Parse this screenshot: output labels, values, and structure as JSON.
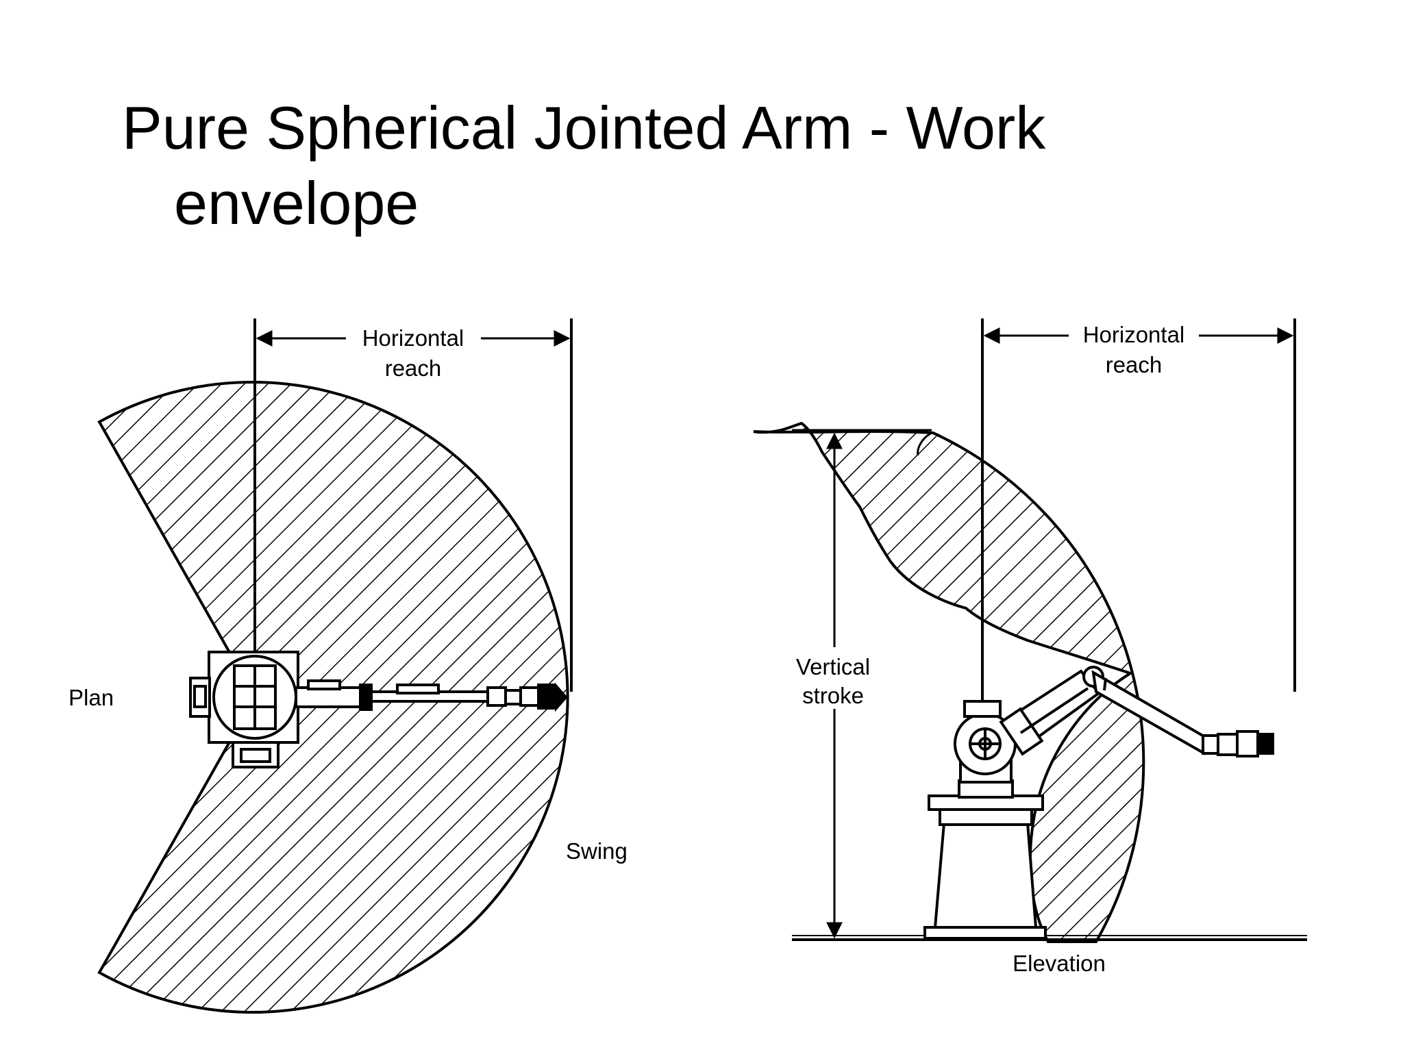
{
  "slide": {
    "title_line1": "Pure Spherical Jointed Arm - Work",
    "title_line2": "envelope"
  },
  "plan_view": {
    "view_label": "Plan",
    "horizontal_reach_line1": "Horizontal",
    "horizontal_reach_line2": "reach",
    "swing_label": "Swing"
  },
  "elevation_view": {
    "view_label": "Elevation",
    "horizontal_reach_line1": "Horizontal",
    "horizontal_reach_line2": "reach",
    "vertical_stroke_line1": "Vertical",
    "vertical_stroke_line2": "stroke"
  },
  "colors": {
    "ink": "#000000",
    "background": "#ffffff"
  }
}
